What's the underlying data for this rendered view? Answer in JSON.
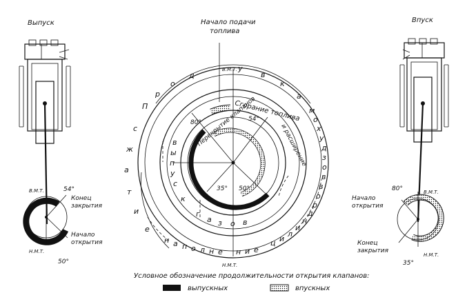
{
  "exhaust_title": "Выпуск",
  "intake_title": "Впуск",
  "fuel_start": [
    "Начало подачи",
    "топлива"
  ],
  "tdc": "В.М.Т.",
  "bdc": "Н.М.Т.",
  "ring_words": {
    "purge": [
      "П",
      "р",
      "о",
      "д",
      "у",
      "в",
      "к",
      "а"
    ],
    "exhaust_gases": [
      "в",
      "ы",
      "п",
      "у",
      "с",
      "к",
      "г",
      "а",
      "з",
      "о",
      "в"
    ],
    "charge": [
      "н",
      "а",
      "п",
      "о",
      "л",
      "н",
      "е",
      "н",
      "и",
      "е"
    ],
    "air_compression": [
      "с",
      "ж",
      "а",
      "т",
      "и",
      "е"
    ],
    "cylinder_air": [
      "ц",
      "и",
      "л",
      "и",
      "н",
      "д",
      "р",
      "о",
      "в",
      "в",
      "о",
      "з",
      "д",
      "у",
      "х",
      "о",
      "м"
    ]
  },
  "combustion_label": "Сгорание топлива",
  "expansion_label": "и расширение",
  "overlap_label": "Перекрытие клапанов",
  "central_angles": {
    "top_left": "80°",
    "top_right": "54°",
    "bottom_left": "35°",
    "bottom_right": "50°"
  },
  "left_small": {
    "tdc": "В.М.Т.",
    "bdc": "Н.М.Т.",
    "angle_top": "54°",
    "angle_bottom": "50°",
    "end": [
      "Конец",
      "закрытия"
    ],
    "start": [
      "Начало",
      "открытия"
    ]
  },
  "right_small": {
    "tdc": "В.М.Т.",
    "bdc": "Н.М.Т.",
    "angle_top": "80°",
    "angle_bottom": "35°",
    "start": [
      "Начало",
      "открытия"
    ],
    "end": [
      "Конец",
      "закрытия"
    ]
  },
  "legend": {
    "title": "Условное обозначение продолжительности открытия клапанов:",
    "exhaust": "выпускных",
    "intake": "впускных"
  },
  "colors": {
    "ink": "#111111",
    "paper": "#ffffff"
  }
}
